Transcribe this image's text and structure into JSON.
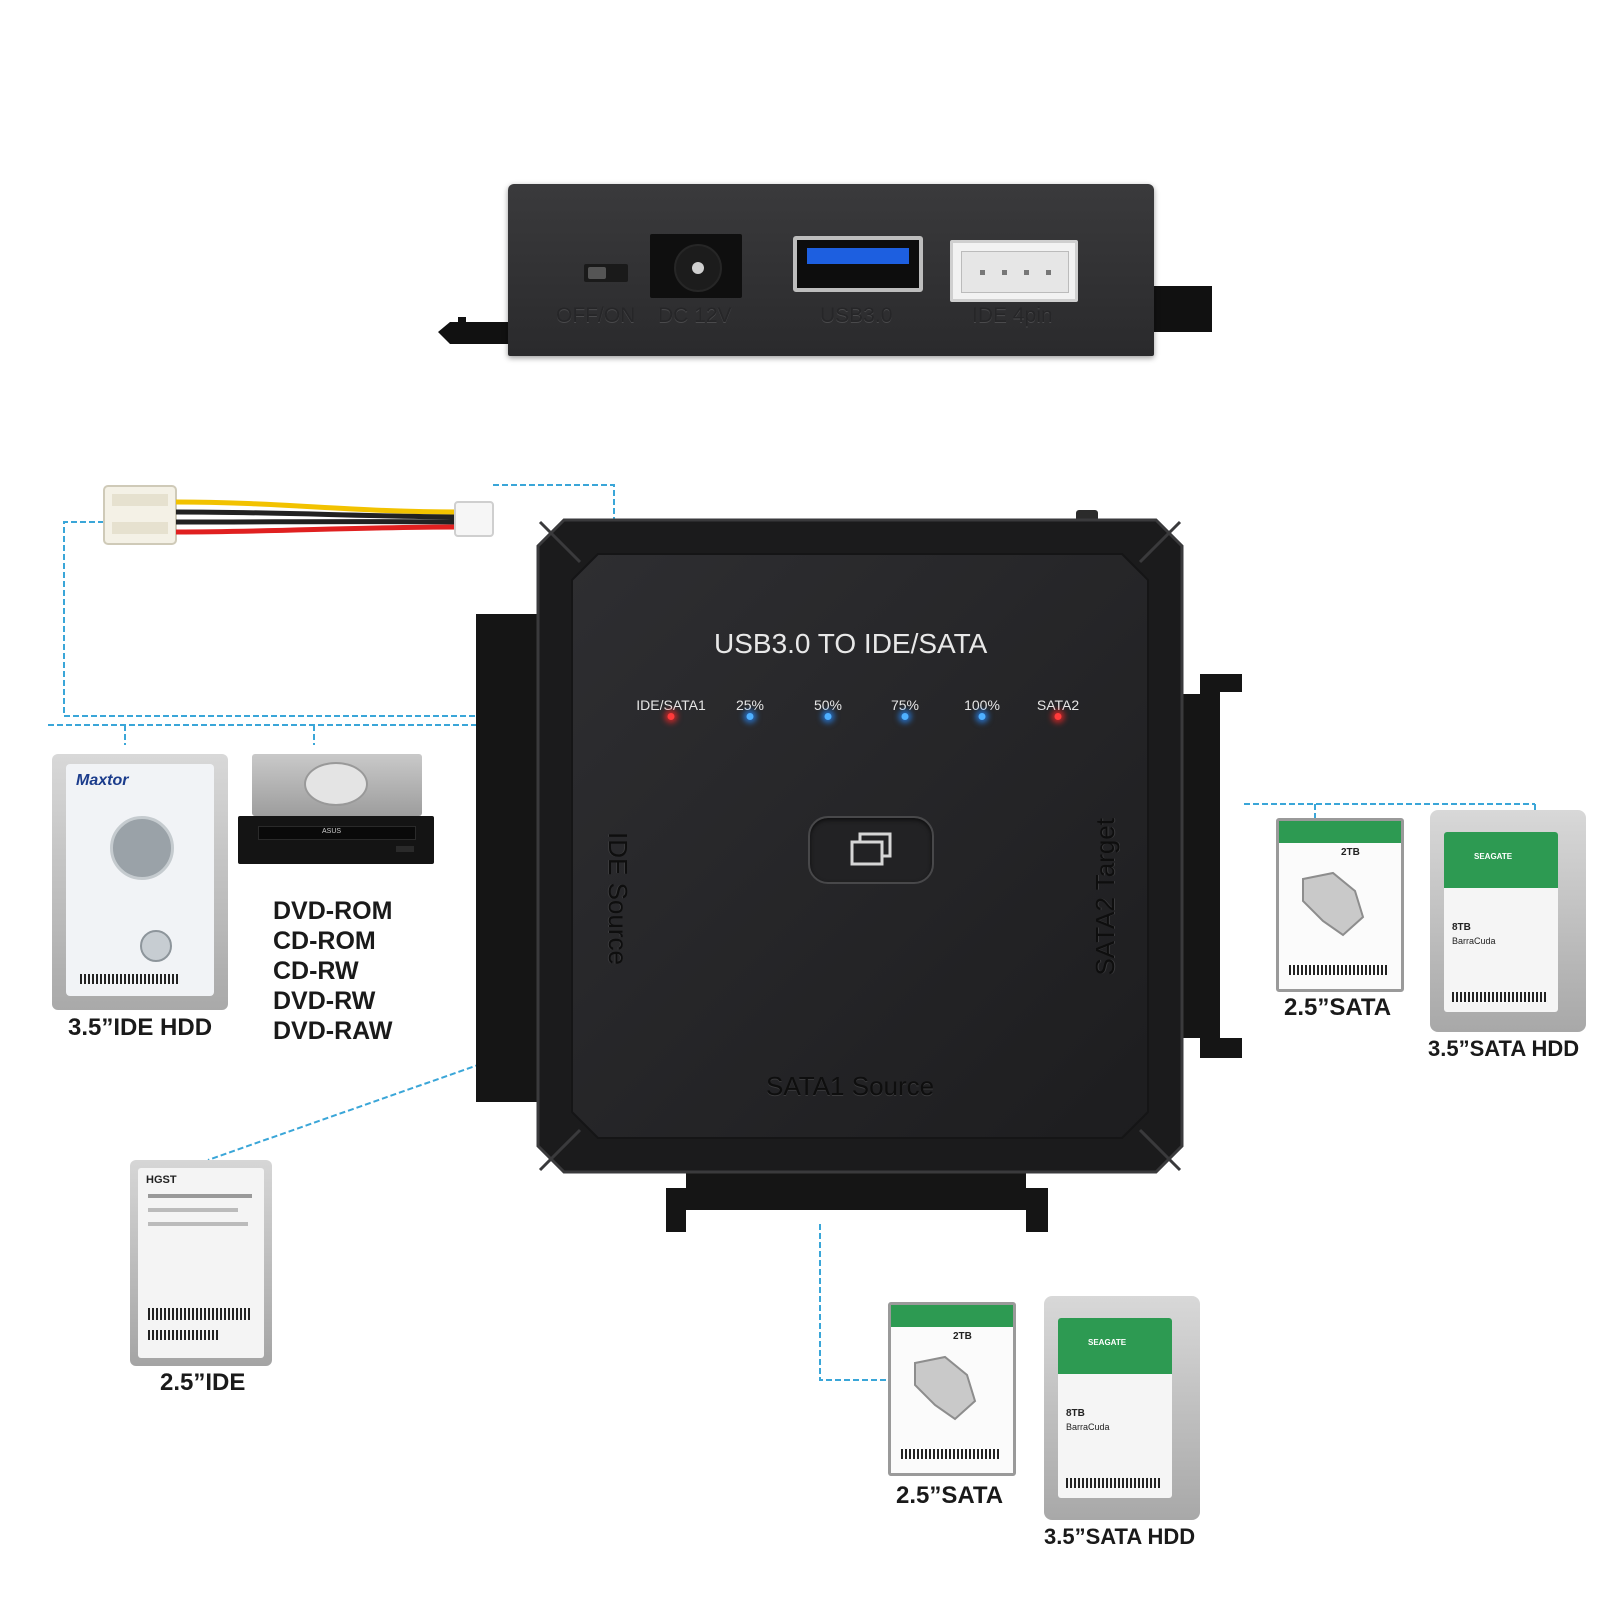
{
  "device": {
    "title": "USB3.0 TO IDE/SATA",
    "indicators": [
      {
        "label": "IDE/SATA1",
        "color": "#ff3b3b"
      },
      {
        "label": "25%",
        "color": "#4fb0ff"
      },
      {
        "label": "50%",
        "color": "#4fb0ff"
      },
      {
        "label": "75%",
        "color": "#4fb0ff"
      },
      {
        "label": "100%",
        "color": "#4fb0ff"
      },
      {
        "label": "SATA2",
        "color": "#ff3b3b"
      }
    ],
    "port_labels": {
      "ide_source": "IDE Source",
      "sata2_target": "SATA2 Target",
      "sata1_source": "SATA1 Source"
    }
  },
  "side_panel": {
    "switch": "OFF/ON",
    "dc": "DC 12V",
    "usb": "USB3.0",
    "ide_power": "IDE 4pin"
  },
  "drives": {
    "ide_35": {
      "label": "3.5”IDE HDD",
      "brand": "Maxtor"
    },
    "optical": {
      "brand": "ASUS",
      "types": [
        "DVD-ROM",
        "CD-ROM",
        "CD-RW",
        "DVD-RW",
        "DVD-RAW"
      ]
    },
    "ide_25": {
      "label": "2.5”IDE",
      "brand": "HGST"
    },
    "sata_25_right": {
      "label": "2.5”SATA",
      "capacity": "2TB"
    },
    "sata_35_right": {
      "label": "3.5”SATA HDD",
      "brand": "SEAGATE",
      "capacity": "8TB",
      "model": "BarraCuda"
    },
    "sata_25_bottom": {
      "label": "2.5”SATA",
      "capacity": "2TB"
    },
    "sata_35_bottom": {
      "label": "3.5”SATA HDD",
      "brand": "SEAGATE",
      "capacity": "8TB",
      "model": "BarraCuda"
    }
  },
  "colors": {
    "device_body": "#1e1e20",
    "connector_line": "#3aa6d8",
    "led_red": "#ff3b3b",
    "led_blue": "#4fb0ff"
  }
}
